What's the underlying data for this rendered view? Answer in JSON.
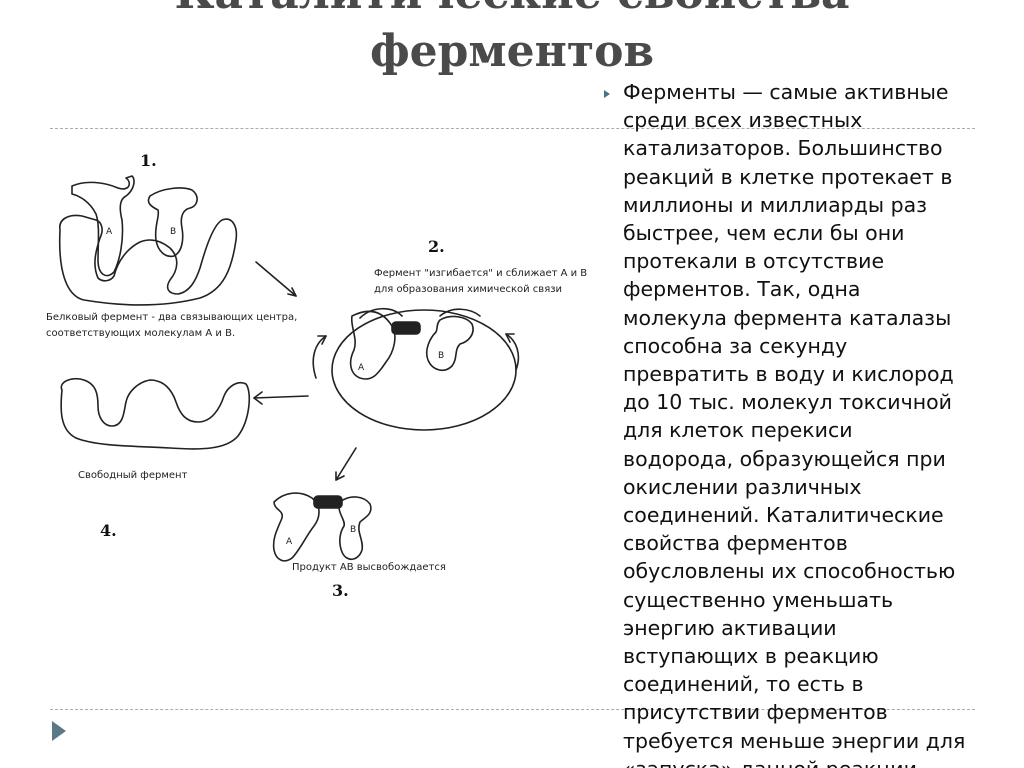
{
  "title": {
    "line1": "Каталитические свойства",
    "line2": "ферментов"
  },
  "body_text": "Ферменты — самые активные\nсреди всех известных\nкатализаторов. Большинство\nреакций в клетке протекает в\nмиллионы и миллиарды раз\nбыстрее, чем если бы они\nпротекали в отсутствие\nферментов. Так, одна\nмолекула фермента каталазы\nспособна за секунду\nпревратить в воду и кислород\nдо 10 тыс. молекул токсичной\nдля клеток перекиси\nводорода, образующейся при\nокислении различных\nсоединений. Каталитические\nсвойства ферментов\nобусловлены их способностью\nсущественно уменьшать\nэнергию активации\nвступающих в реакцию\nсоединений, то есть в\nприсутствии ферментов\nтребуется меньше энергии для\n«запуска» данной реакции",
  "diagram": {
    "step1": "1.",
    "step2": "2.",
    "step3": "3.",
    "step4": "4.",
    "letter_a": "A",
    "letter_b": "B",
    "caption1_line1": "Белковый фермент - два связывающих центра,",
    "caption1_line2": "соответствующих молекулам А и В.",
    "caption2_line1": "Фермент \"изгибается\" и сближает А и В",
    "caption2_line2": "для образования химической связи",
    "caption3": "Продукт АВ высвобождается",
    "caption4": "Свободный фермент"
  },
  "colors": {
    "title": "#4a4a4a",
    "accent": "#4d7284",
    "divider": "#9fb0b8"
  }
}
